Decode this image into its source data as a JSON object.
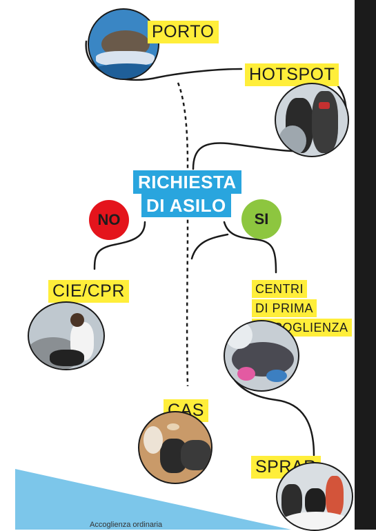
{
  "diagram": {
    "nodes": {
      "porto": {
        "label": "PORTO",
        "photo_icon": "boat-photo"
      },
      "hotspot": {
        "label": "HOTSPOT",
        "photo_icon": "hotspot-photo"
      },
      "richiesta": {
        "line1": "RICHIESTA",
        "line2": "DI ASILO"
      },
      "no": {
        "label": "NO"
      },
      "si": {
        "label": "SI"
      },
      "cie": {
        "label": "CIE/CPR",
        "photo_icon": "detention-photo"
      },
      "centri": {
        "line1": "CENTRI",
        "line2": "DI PRIMA",
        "line3": "ACCOGLIENZA",
        "photo_icon": "reception-center-photo"
      },
      "cas": {
        "label": "CAS",
        "photo_icon": "cas-photo"
      },
      "sprar": {
        "label": "SPRAR",
        "photo_icon": "sprar-photo"
      }
    },
    "footer_text": "Accoglienza ordinaria"
  },
  "colors": {
    "label_yellow": "#ffee3a",
    "accent_blue": "#29a5de",
    "no_red": "#e4141c",
    "si_green": "#8dc63f",
    "band_blue": "#7cc6ea",
    "line": "#1a1a1a"
  }
}
